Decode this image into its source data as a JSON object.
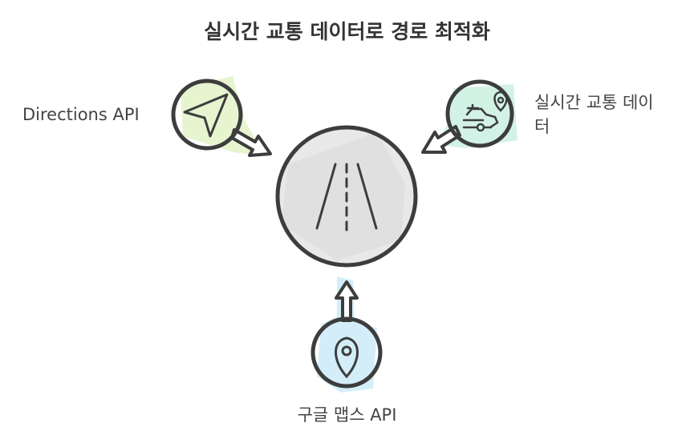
{
  "title": "실시간 교통 데이터로 경로 최적화",
  "nodes": {
    "center": {
      "icon": "road-icon"
    },
    "directions": {
      "label": "Directions API",
      "icon": "navigation-arrow-icon",
      "color": "#e6f5d0"
    },
    "traffic": {
      "label_line1": "실시간 교통 데이",
      "label_line2": "터",
      "icon": "car-location-icon",
      "color": "#d3f2e6"
    },
    "maps": {
      "label": "구글 맵스 API",
      "icon": "map-pin-icon",
      "color": "#d4eef9"
    }
  },
  "colors": {
    "stroke": "#3d3d3d",
    "center_fill": "#e8e8e8"
  }
}
